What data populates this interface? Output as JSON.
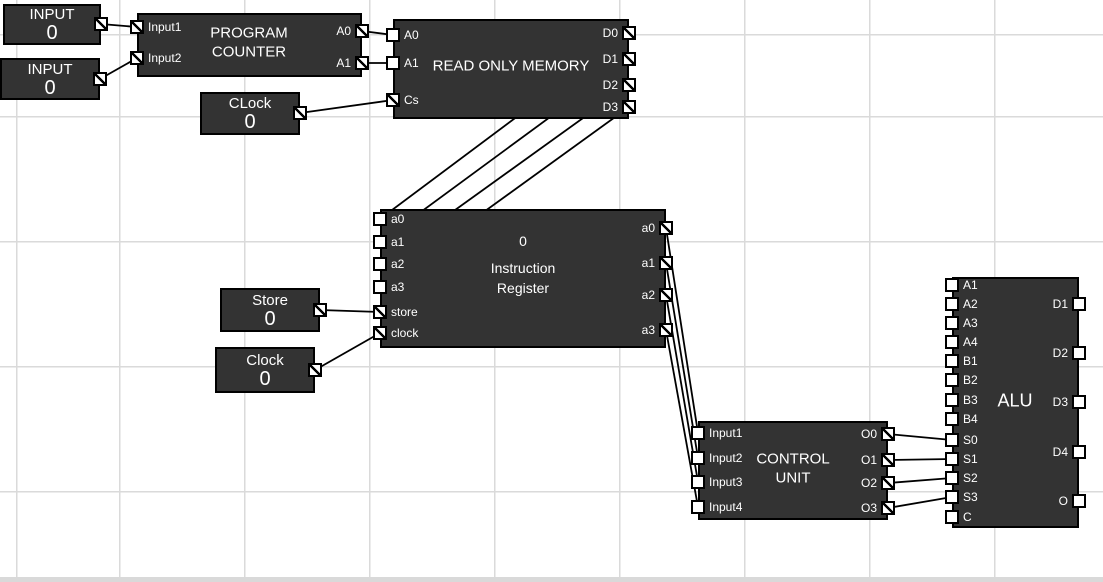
{
  "app": {
    "name": "logic-circuit-simulator-canvas",
    "colors": {
      "background": "#ffffff",
      "grid": "#dadada",
      "block_fill": "#333333",
      "block_border": "#000000",
      "port_fill": "#ffffff",
      "wire": "#000000",
      "text": "#ffffff"
    }
  },
  "blocks": {
    "input1": {
      "title": "INPUT",
      "value": "0"
    },
    "input2": {
      "title": "INPUT",
      "value": "0"
    },
    "program_counter": {
      "title_line1": "PROGRAM",
      "title_line2": "COUNTER",
      "inputs": [
        "Input1",
        "Input2"
      ],
      "outputs": [
        "A0",
        "A1"
      ]
    },
    "clock_top": {
      "title": "CLock",
      "value": "0"
    },
    "rom": {
      "title": "READ ONLY MEMORY",
      "inputs": [
        "A0",
        "A1",
        "Cs"
      ],
      "outputs": [
        "D0",
        "D1",
        "D2",
        "D3"
      ]
    },
    "instruction_register": {
      "value": "0",
      "title_line1": "Instruction",
      "title_line2": "Register",
      "inputs": [
        "a0",
        "a1",
        "a2",
        "a3",
        "store",
        "clock"
      ],
      "outputs": [
        "a0",
        "a1",
        "a2",
        "a3"
      ]
    },
    "store": {
      "title": "Store",
      "value": "0"
    },
    "clock": {
      "title": "Clock",
      "value": "0"
    },
    "control_unit": {
      "title_line1": "CONTROL",
      "title_line2": "UNIT",
      "inputs": [
        "Input1",
        "Input2",
        "Input3",
        "Input4"
      ],
      "outputs": [
        "O0",
        "O1",
        "O2",
        "O3"
      ]
    },
    "alu": {
      "title": "ALU",
      "inputs": [
        "A1",
        "A2",
        "A3",
        "A4",
        "B1",
        "B2",
        "B3",
        "B4",
        "S0",
        "S1",
        "S2",
        "S3",
        "C"
      ],
      "outputs": [
        "D1",
        "D2",
        "D3",
        "D4",
        "O"
      ]
    }
  }
}
